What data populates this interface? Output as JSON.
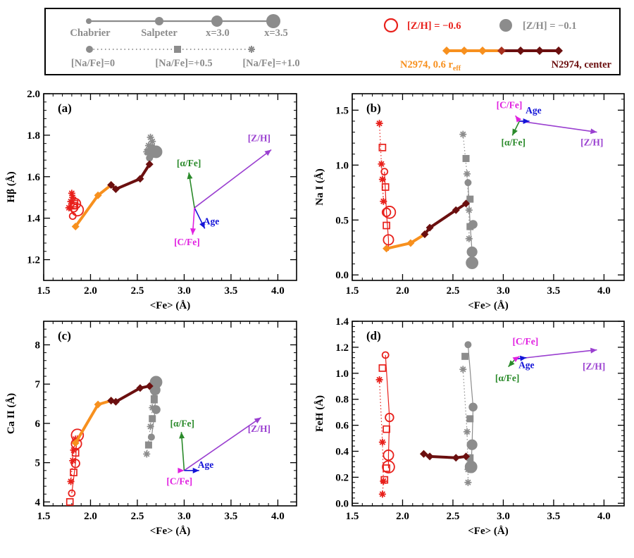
{
  "colors": {
    "red": "#e8201b",
    "gray": "#8c8c8c",
    "orange": "#f7901e",
    "dark_red": "#6b0f0f",
    "mid_red": "#a8301e",
    "purple": "#9a3fd0",
    "blue": "#1414d8",
    "green": "#2a8a2a",
    "magenta": "#e020e0"
  },
  "legend": {
    "imf_labels": [
      "Chabrier",
      "Salpeter",
      "x=3.0",
      "x=3.5"
    ],
    "nafe_labels": [
      "[Na/Fe]=0",
      "[Na/Fe]=+0.5",
      "[Na/Fe]=+1.0"
    ],
    "zh_low": "[Z/H] = −0.6",
    "zh_high": "[Z/H] = −0.1",
    "n2974_eff": "N2974, 0.6 r",
    "n2974_eff_sub": "eff",
    "n2974_center": "N2974, center"
  },
  "chart_data": [
    {
      "type": "scatter",
      "panel": "(a)",
      "xlabel": "<Fe>   (Å)",
      "ylabel": "Hβ   (Å)",
      "xlim": [
        1.5,
        4.2
      ],
      "ylim": [
        1.1,
        2.0
      ],
      "xticks": [
        1.5,
        2.0,
        2.5,
        3.0,
        3.5,
        4.0
      ],
      "yticks": [
        1.2,
        1.4,
        1.6,
        1.8,
        2.0
      ],
      "xtick_labels": [
        "1.5",
        "2.0",
        "2.5",
        "3.0",
        "3.5",
        "4.0"
      ],
      "ytick_labels": [
        "1.2",
        "1.4",
        "1.6",
        "1.8",
        "2.0"
      ],
      "red_imf": [
        [
          1.81,
          1.41
        ],
        [
          1.82,
          1.45
        ],
        [
          1.84,
          1.47
        ],
        [
          1.86,
          1.44
        ]
      ],
      "red_na_stars": [
        [
          1.77,
          1.45
        ],
        [
          1.79,
          1.48
        ],
        [
          1.8,
          1.52
        ],
        [
          1.81,
          1.5
        ]
      ],
      "red_na_squares": [
        [
          1.82,
          1.46
        ],
        [
          1.83,
          1.47
        ]
      ],
      "gray_imf": [
        [
          2.63,
          1.69
        ],
        [
          2.65,
          1.71
        ],
        [
          2.68,
          1.72
        ],
        [
          2.7,
          1.72
        ]
      ],
      "gray_na_stars": [
        [
          2.6,
          1.72
        ],
        [
          2.62,
          1.75
        ],
        [
          2.64,
          1.79
        ],
        [
          2.66,
          1.77
        ]
      ],
      "gray_na_squares": [
        [
          2.62,
          1.72
        ],
        [
          2.65,
          1.74
        ]
      ],
      "orange_track": [
        [
          1.84,
          1.36
        ],
        [
          2.08,
          1.51
        ],
        [
          2.22,
          1.56
        ]
      ],
      "dark_track": [
        [
          2.22,
          1.56
        ],
        [
          2.27,
          1.54
        ],
        [
          2.53,
          1.59
        ],
        [
          2.63,
          1.66
        ]
      ],
      "vec_origin": [
        3.11,
        1.45
      ],
      "vectors": [
        {
          "label": "[Z/H]",
          "color": "purple",
          "end": [
            3.93,
            1.73
          ],
          "label_pos": [
            3.8,
            1.77
          ]
        },
        {
          "label": "[α/Fe]",
          "color": "green",
          "end": [
            3.05,
            1.62
          ],
          "label_pos": [
            3.05,
            1.65
          ]
        },
        {
          "label": "Age",
          "color": "blue",
          "end": [
            3.22,
            1.35
          ],
          "label_pos": [
            3.29,
            1.37
          ]
        },
        {
          "label": "[C/Fe]",
          "color": "magenta",
          "end": [
            3.09,
            1.32
          ],
          "label_pos": [
            3.03,
            1.27
          ]
        }
      ]
    },
    {
      "type": "scatter",
      "panel": "(b)",
      "xlabel": "<Fe>   (Å)",
      "ylabel": "Na I   (Å)",
      "xlim": [
        1.5,
        4.2
      ],
      "ylim": [
        -0.05,
        1.65
      ],
      "xticks": [
        1.5,
        2.0,
        2.5,
        3.0,
        3.5,
        4.0
      ],
      "yticks": [
        0.0,
        0.5,
        1.0,
        1.5
      ],
      "xtick_labels": [
        "1.5",
        "2.0",
        "2.5",
        "3.0",
        "3.5",
        "4.0"
      ],
      "ytick_labels": [
        "0.0",
        "0.5",
        "1.0",
        "1.5"
      ],
      "red_imf_line": [
        [
          1.82,
          0.94
        ],
        [
          1.84,
          0.57
        ],
        [
          1.86,
          0.32
        ],
        [
          1.86,
          0.22
        ]
      ],
      "red_imf": [
        [
          1.82,
          0.94
        ],
        [
          1.84,
          0.57
        ],
        [
          1.86,
          0.32
        ],
        [
          1.87,
          0.57
        ]
      ],
      "red_na_stars": [
        [
          1.77,
          1.38
        ],
        [
          1.79,
          1.01
        ],
        [
          1.81,
          0.67
        ],
        [
          1.8,
          0.87
        ]
      ],
      "red_na_squares": [
        [
          1.8,
          1.16
        ],
        [
          1.83,
          0.8
        ],
        [
          1.84,
          0.45
        ]
      ],
      "gray_imf_line": [
        [
          2.65,
          0.84
        ],
        [
          2.67,
          0.47
        ],
        [
          2.69,
          0.21
        ],
        [
          2.69,
          0.11
        ]
      ],
      "gray_imf": [
        [
          2.65,
          0.84
        ],
        [
          2.7,
          0.46
        ],
        [
          2.69,
          0.21
        ],
        [
          2.69,
          0.11
        ]
      ],
      "gray_na_stars": [
        [
          2.6,
          1.28
        ],
        [
          2.64,
          0.92
        ],
        [
          2.66,
          0.59
        ],
        [
          2.66,
          0.33
        ]
      ],
      "gray_na_squares": [
        [
          2.63,
          1.06
        ],
        [
          2.67,
          0.69
        ],
        [
          2.67,
          0.44
        ]
      ],
      "orange_track": [
        [
          1.84,
          0.24
        ],
        [
          2.08,
          0.29
        ],
        [
          2.22,
          0.37
        ]
      ],
      "dark_track": [
        [
          2.22,
          0.37
        ],
        [
          2.27,
          0.43
        ],
        [
          2.53,
          0.59
        ],
        [
          2.63,
          0.65
        ]
      ],
      "vec_origin": [
        3.16,
        1.4
      ],
      "vectors": [
        {
          "label": "[Z/H]",
          "color": "purple",
          "end": [
            3.93,
            1.3
          ],
          "label_pos": [
            3.88,
            1.18
          ]
        },
        {
          "label": "[α/Fe]",
          "color": "green",
          "end": [
            3.09,
            1.27
          ],
          "label_pos": [
            3.1,
            1.18
          ]
        },
        {
          "label": "Age",
          "color": "blue",
          "end": [
            3.26,
            1.4
          ],
          "label_pos": [
            3.3,
            1.47
          ]
        },
        {
          "label": "[C/Fe]",
          "color": "magenta",
          "end": [
            3.12,
            1.45
          ],
          "label_pos": [
            3.06,
            1.52
          ]
        }
      ]
    },
    {
      "type": "scatter",
      "panel": "(c)",
      "xlabel": "<Fe>   (Å)",
      "ylabel": "Ca II   (Å)",
      "xlim": [
        1.5,
        4.2
      ],
      "ylim": [
        3.9,
        8.6
      ],
      "xticks": [
        1.5,
        2.0,
        2.5,
        3.0,
        3.5,
        4.0
      ],
      "yticks": [
        4,
        5,
        6,
        7,
        8
      ],
      "xtick_labels": [
        "1.5",
        "2.0",
        "2.5",
        "3.0",
        "3.5",
        "4.0"
      ],
      "ytick_labels": [
        "4",
        "5",
        "6",
        "7",
        "8"
      ],
      "red_imf_line": [
        [
          1.8,
          4.22
        ],
        [
          1.84,
          4.98
        ],
        [
          1.85,
          5.48
        ],
        [
          1.86,
          5.7
        ]
      ],
      "red_imf": [
        [
          1.8,
          4.22
        ],
        [
          1.84,
          4.98
        ],
        [
          1.85,
          5.48
        ],
        [
          1.86,
          5.7
        ]
      ],
      "red_na_stars": [
        [
          1.79,
          4.52
        ],
        [
          1.81,
          5.05
        ],
        [
          1.82,
          5.32
        ],
        [
          1.84,
          5.6
        ]
      ],
      "red_na_squares": [
        [
          1.78,
          4.0
        ],
        [
          1.82,
          4.75
        ],
        [
          1.84,
          5.25
        ]
      ],
      "gray_imf_line": [
        [
          2.65,
          5.62
        ],
        [
          2.69,
          6.35
        ],
        [
          2.69,
          6.85
        ],
        [
          2.7,
          7.05
        ]
      ],
      "gray_imf": [
        [
          2.65,
          5.65
        ],
        [
          2.7,
          6.35
        ],
        [
          2.69,
          6.85
        ],
        [
          2.7,
          7.05
        ]
      ],
      "gray_na_stars": [
        [
          2.6,
          5.22
        ],
        [
          2.64,
          5.92
        ],
        [
          2.66,
          6.4
        ],
        [
          2.68,
          6.7
        ]
      ],
      "gray_na_squares": [
        [
          2.62,
          5.45
        ],
        [
          2.66,
          6.12
        ],
        [
          2.68,
          6.6
        ]
      ],
      "orange_track": [
        [
          1.84,
          5.5
        ],
        [
          2.08,
          6.48
        ],
        [
          2.22,
          6.58
        ]
      ],
      "dark_track": [
        [
          2.22,
          6.58
        ],
        [
          2.27,
          6.55
        ],
        [
          2.53,
          6.9
        ],
        [
          2.63,
          6.95
        ]
      ],
      "vec_origin": [
        3.0,
        4.8
      ],
      "vectors": [
        {
          "label": "[Z/H]",
          "color": "purple",
          "end": [
            3.82,
            6.15
          ],
          "label_pos": [
            3.8,
            5.78
          ]
        },
        {
          "label": "[α/Fe]",
          "color": "green",
          "end": [
            2.97,
            5.78
          ],
          "label_pos": [
            2.98,
            5.92
          ]
        },
        {
          "label": "Age",
          "color": "blue",
          "end": [
            3.16,
            4.8
          ],
          "label_pos": [
            3.23,
            4.87
          ]
        },
        {
          "label": "[C/Fe]",
          "color": "magenta",
          "end": [
            3.0,
            4.8
          ],
          "label_pos": [
            2.95,
            4.45
          ]
        }
      ]
    },
    {
      "type": "scatter",
      "panel": "(d)",
      "xlabel": "<Fe>   (Å)",
      "ylabel": "FeH   (Å)",
      "xlim": [
        1.5,
        4.2
      ],
      "ylim": [
        -0.02,
        1.4
      ],
      "xticks": [
        1.5,
        2.0,
        2.5,
        3.0,
        3.5,
        4.0
      ],
      "yticks": [
        0.0,
        0.2,
        0.4,
        0.6,
        0.8,
        1.0,
        1.2,
        1.4
      ],
      "xtick_labels": [
        "1.5",
        "2.0",
        "2.5",
        "3.0",
        "3.5",
        "4.0"
      ],
      "ytick_labels": [
        "0.0",
        "0.2",
        "0.4",
        "0.6",
        "0.8",
        "1.0",
        "1.2",
        "1.4"
      ],
      "red_imf_line": [
        [
          1.83,
          1.14
        ],
        [
          1.87,
          0.66
        ],
        [
          1.86,
          0.37
        ],
        [
          1.86,
          0.27
        ]
      ],
      "red_imf": [
        [
          1.83,
          1.14
        ],
        [
          1.87,
          0.66
        ],
        [
          1.86,
          0.37
        ],
        [
          1.86,
          0.28
        ]
      ],
      "red_na_stars": [
        [
          1.77,
          0.95
        ],
        [
          1.8,
          0.47
        ],
        [
          1.81,
          0.17
        ],
        [
          1.8,
          0.07
        ]
      ],
      "red_na_squares": [
        [
          1.8,
          1.04
        ],
        [
          1.84,
          0.57
        ],
        [
          1.84,
          0.27
        ],
        [
          1.82,
          0.18
        ]
      ],
      "gray_imf_line": [
        [
          2.65,
          1.22
        ],
        [
          2.7,
          0.74
        ],
        [
          2.69,
          0.45
        ],
        [
          2.68,
          0.28
        ]
      ],
      "gray_imf": [
        [
          2.65,
          1.22
        ],
        [
          2.7,
          0.74
        ],
        [
          2.69,
          0.45
        ],
        [
          2.68,
          0.28
        ]
      ],
      "gray_na_stars": [
        [
          2.6,
          1.03
        ],
        [
          2.64,
          0.55
        ],
        [
          2.65,
          0.26
        ],
        [
          2.65,
          0.16
        ]
      ],
      "gray_na_squares": [
        [
          2.62,
          1.13
        ],
        [
          2.67,
          0.65
        ],
        [
          2.67,
          0.35
        ]
      ],
      "orange_track": [
        [
          2.21,
          0.38
        ]
      ],
      "dark_track": [
        [
          2.21,
          0.38
        ],
        [
          2.27,
          0.36
        ],
        [
          2.53,
          0.35
        ],
        [
          2.63,
          0.36
        ]
      ],
      "vec_origin": [
        3.12,
        1.11
      ],
      "vectors": [
        {
          "label": "[Z/H]",
          "color": "purple",
          "end": [
            3.93,
            1.18
          ],
          "label_pos": [
            3.9,
            1.03
          ]
        },
        {
          "label": "[α/Fe]",
          "color": "green",
          "end": [
            3.05,
            1.05
          ],
          "label_pos": [
            3.04,
            0.94
          ]
        },
        {
          "label": "Age",
          "color": "blue",
          "end": [
            3.23,
            1.12
          ],
          "label_pos": [
            3.23,
            1.04
          ]
        },
        {
          "label": "[C/Fe]",
          "color": "magenta",
          "end": [
            3.16,
            1.13
          ],
          "label_pos": [
            3.22,
            1.22
          ]
        }
      ]
    }
  ]
}
